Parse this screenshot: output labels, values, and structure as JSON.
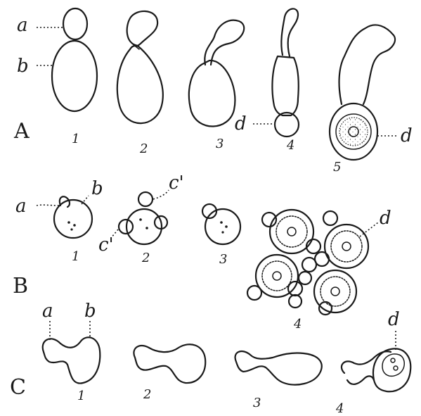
{
  "rows": {
    "A": {
      "label": "A",
      "parts": {
        "a": "a",
        "b": "b",
        "d1": "d",
        "d2": "d"
      },
      "numbers": [
        "1",
        "2",
        "3",
        "4",
        "5"
      ]
    },
    "B": {
      "label": "B",
      "parts": {
        "a": "a",
        "b": "b",
        "c1": "c'",
        "c2": "c'",
        "d": "d"
      },
      "numbers": [
        "1",
        "2",
        "3",
        "4"
      ]
    },
    "C": {
      "label": "C",
      "parts": {
        "a": "a",
        "b": "b",
        "d": "d"
      },
      "numbers": [
        "1",
        "2",
        "3",
        "4"
      ]
    }
  }
}
